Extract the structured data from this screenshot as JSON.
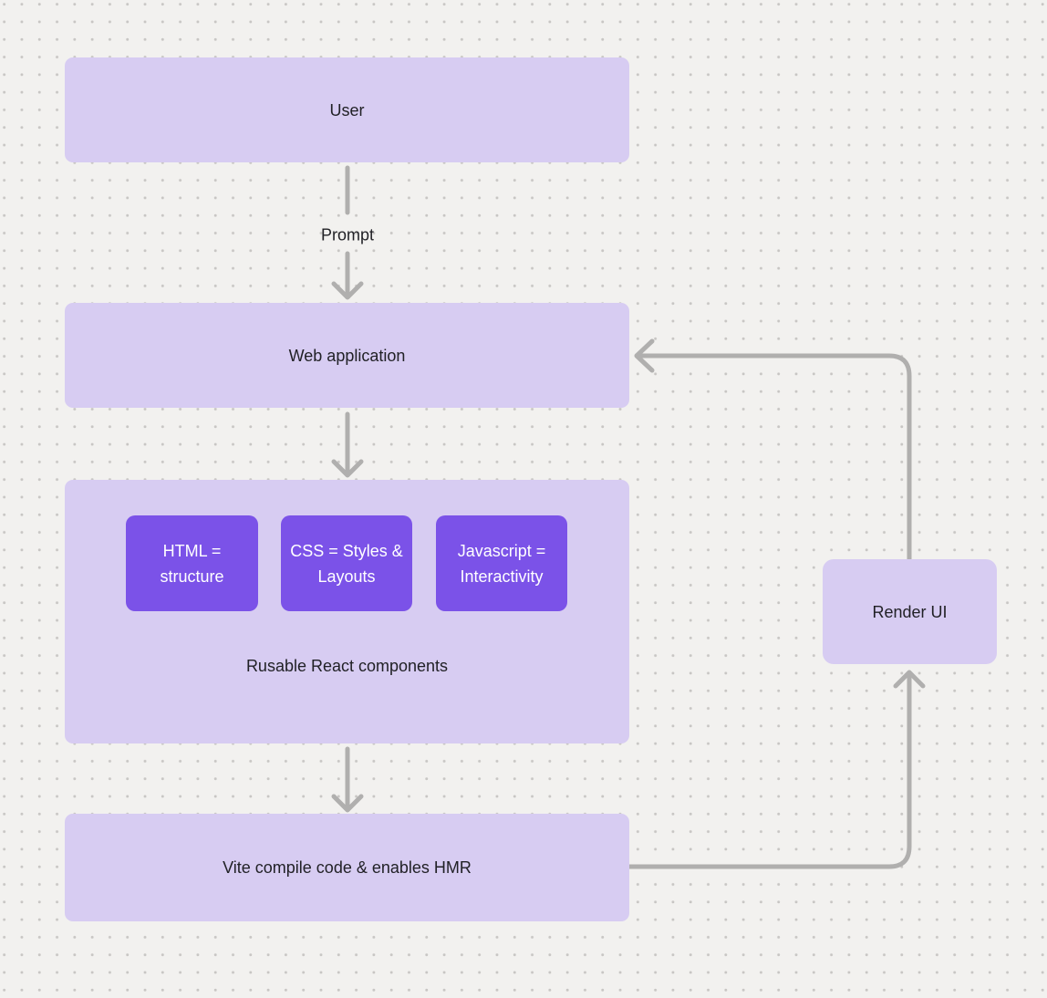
{
  "colors": {
    "background": "#f2f1ef",
    "dots": "#c8c6c4",
    "node_light": "#d7ccf2",
    "node_accent": "#7b52e8",
    "connector": "#b0afae",
    "text": "#212126",
    "text_on_accent": "#ffffff"
  },
  "diagram": {
    "nodes": {
      "user": {
        "label": "User"
      },
      "web_application": {
        "label": "Web application"
      },
      "components_group": {
        "caption": "Rusable React components",
        "children": [
          {
            "label": "HTML = structure"
          },
          {
            "label": "CSS = Styles & Layouts"
          },
          {
            "label": "Javascript = Interactivity"
          }
        ]
      },
      "vite": {
        "label": "Vite compile code & enables HMR"
      },
      "render_ui": {
        "label": "Render UI"
      }
    },
    "edges": [
      {
        "id": "user-to-web-application",
        "label": "Prompt"
      },
      {
        "id": "web-application-to-components-group",
        "label": ""
      },
      {
        "id": "components-group-to-vite",
        "label": ""
      },
      {
        "id": "vite-to-render-ui",
        "label": ""
      },
      {
        "id": "render-ui-to-web-application",
        "label": ""
      }
    ]
  }
}
